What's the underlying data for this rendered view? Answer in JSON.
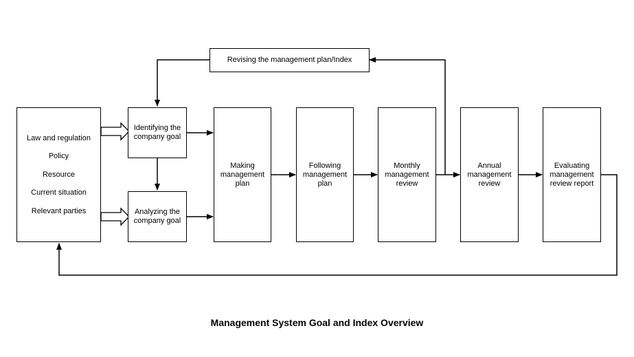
{
  "diagram": {
    "title": "Management System Goal and Index Overview",
    "inputs": [
      "Law and regulation",
      "Policy",
      "Resource",
      "Current situation",
      "Relevant parties"
    ],
    "nodes": {
      "revising": "Revising the management plan/Index",
      "identifying": "Identifying the\ncompany goal",
      "analyzing": "Analyzing the\ncompany goal",
      "making": "Making\nmanagement\nplan",
      "following": "Following\nmanagement\nplan",
      "monthly": "Monthly\nmanagement\nreview",
      "annual": "Annual\nmanagement\nreview",
      "evaluating": "Evaluating\nmanagement\nreview report"
    }
  }
}
